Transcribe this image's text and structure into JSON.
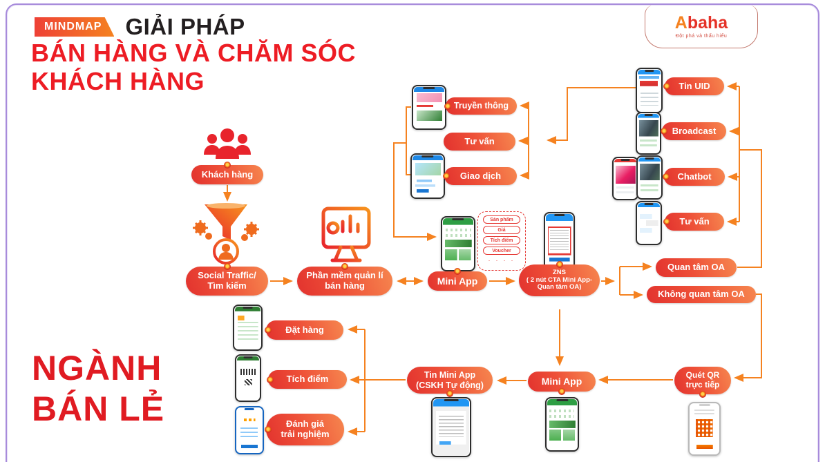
{
  "header": {
    "badge": "MINDMAP",
    "kicker": "GIẢI PHÁP",
    "title": "BÁN HÀNG VÀ CHĂM SÓC\nKHÁCH HÀNG"
  },
  "industry": "NGÀNH\nBÁN LẺ",
  "logo": {
    "brand": "Abaha",
    "tagline": "Đột phá và thấu hiểu"
  },
  "nodes": {
    "khach_hang": "Khách hàng",
    "social_traffic": "Social Traffic/\nTìm kiếm",
    "phan_mem": "Phần mềm quản lí\nbán hàng",
    "mini_app_center": "Mini App",
    "zns": "ZNS\n( 2 nút CTA Mini App-\nQuan tâm OA)",
    "truyen_thong": "Truyền thông",
    "tu_van_mid": "Tư vấn",
    "giao_dich": "Giao dịch",
    "tin_uid": "Tin UID",
    "broadcast": "Broadcast",
    "chatbot": "Chatbot",
    "tu_van_right": "Tư vấn",
    "quan_tam_oa": "Quan tâm OA",
    "khong_quan_tam_oa": "Không quan tâm OA",
    "quet_qr": "Quét QR\ntrực tiếp",
    "mini_app_bottom": "Mini App",
    "tin_mini_app": "Tin Mini App\n(CSKH Tự động)",
    "dat_hang": "Đặt hàng",
    "tich_diem": "Tích điểm",
    "danh_gia": "Đánh giá\ntrải nghiệm"
  },
  "dashed_box": {
    "items": [
      "Sản phẩm",
      "Giá",
      "Tích điểm",
      "Voucher"
    ],
    "more": ". . . ."
  },
  "icons": {
    "customers": "people-icon",
    "lead_filter": "funnel-gears-icon",
    "sales_software": "dashboard-monitor-icon"
  },
  "colors": {
    "pill_gradient_start": "#e2322e",
    "pill_gradient_end": "#f6874f",
    "connector_orange": "#f58220",
    "title_red": "#ed1c24",
    "frame_purple": "#a78bdb"
  }
}
